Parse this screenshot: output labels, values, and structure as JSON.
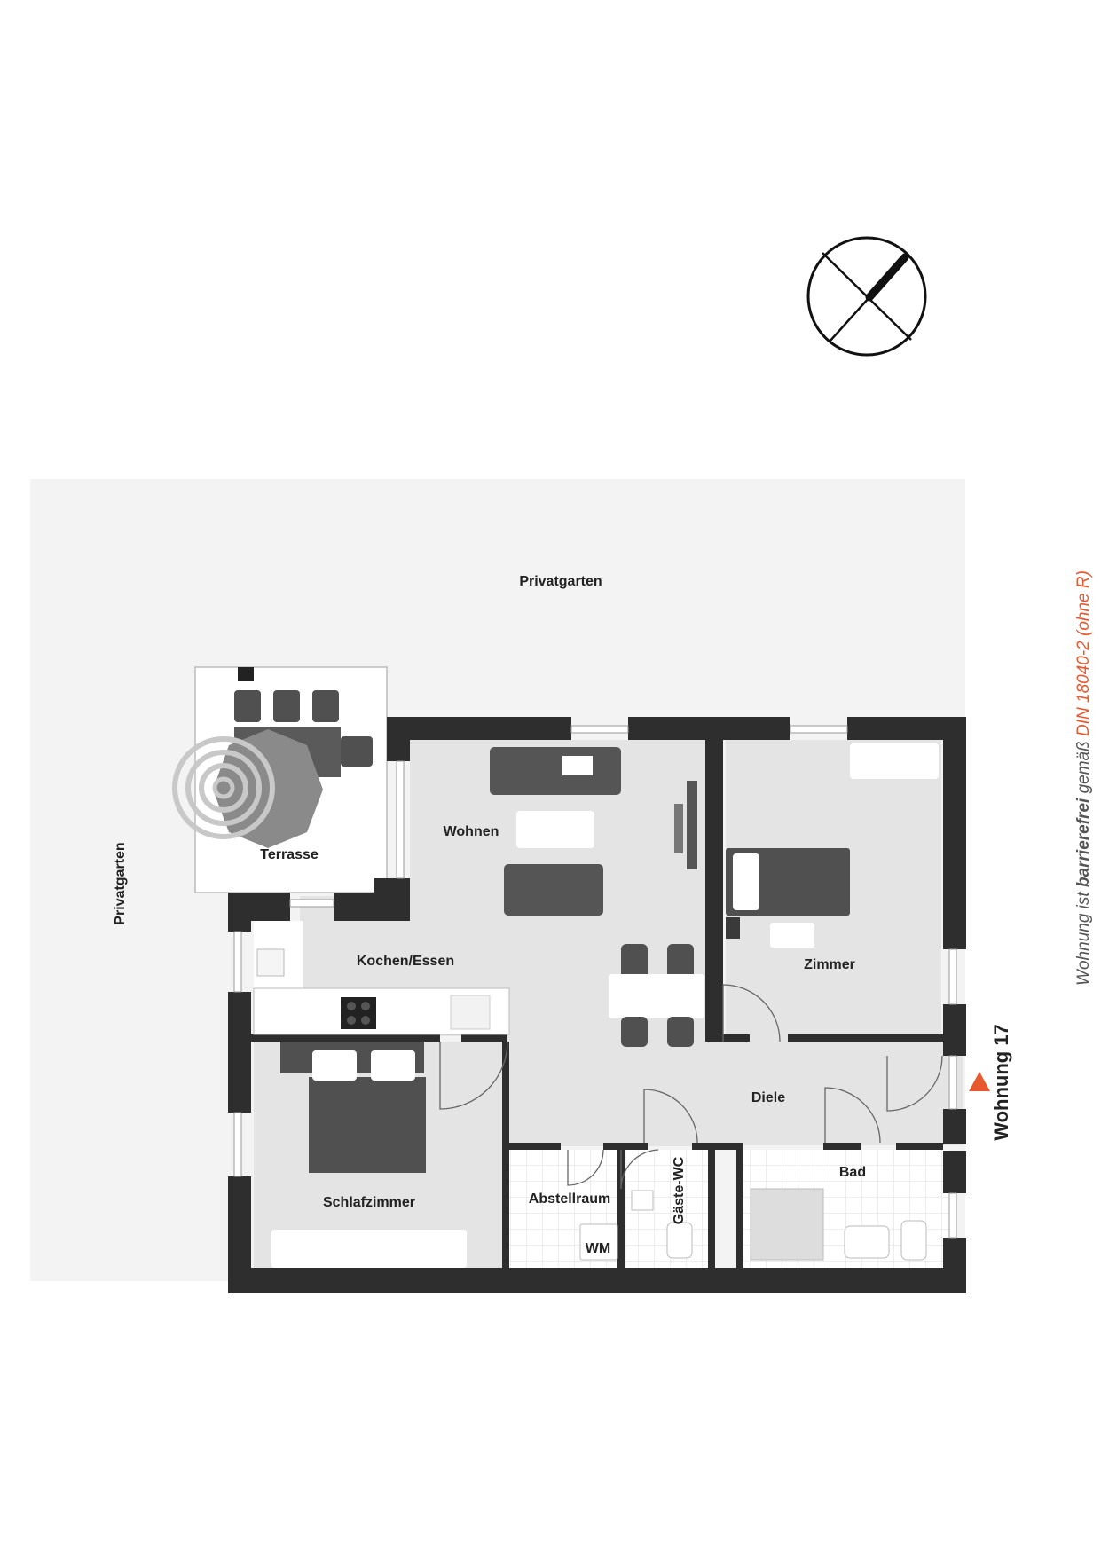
{
  "labels": {
    "garden_top": "Privatgarten",
    "garden_left": "Privatgarten",
    "terrace": "Terrasse",
    "living": "Wohnen",
    "kitchen": "Kochen/Essen",
    "room": "Zimmer",
    "bedroom": "Schlafzimmer",
    "hall": "Diele",
    "storage": "Abstellraum",
    "guest_wc": "Gäste-WC",
    "bath": "Bad",
    "washer": "WM",
    "apartment": "Wohnung 17"
  },
  "note": {
    "part1": "Wohnung ist ",
    "part2": "barrierefrei",
    "part3": " gemäß ",
    "part4": "DIN 18040-2 (ohne R)"
  },
  "colors": {
    "accent": "#e8582e",
    "wall": "#2e2e2e",
    "floor": "#e2e2e2",
    "garden": "#f3f3f3",
    "furniture": "#555555"
  }
}
